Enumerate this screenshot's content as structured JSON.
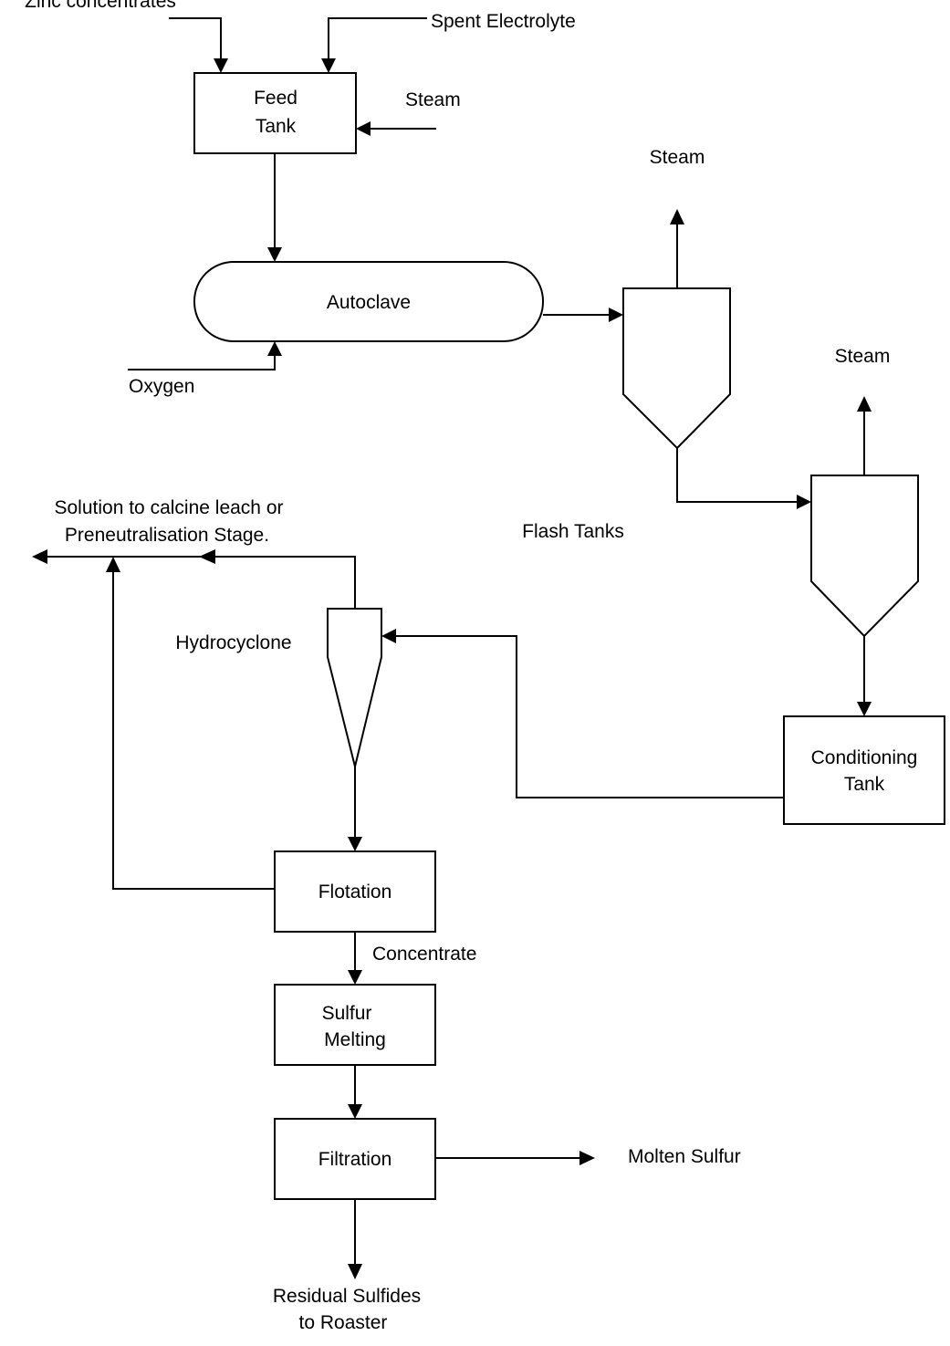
{
  "diagram": {
    "inputs": {
      "zinc_concentrates": "Zinc concentrates",
      "spent_electrolyte": "Spent Electrolyte",
      "steam_feed": "Steam",
      "oxygen": "Oxygen"
    },
    "units": {
      "feed_tank": [
        "Feed",
        "Tank"
      ],
      "autoclave": "Autoclave",
      "flash_tanks": "Flash Tanks",
      "conditioning_tank": [
        "Conditioning",
        "Tank"
      ],
      "hydrocyclone": "Hydrocyclone",
      "flotation": "Flotation",
      "sulfur_melting": [
        "Sulfur",
        "Melting"
      ],
      "filtration": "Filtration"
    },
    "outputs": {
      "steam_flash_1": "Steam",
      "steam_flash_2": "Steam",
      "solution": [
        "Solution to calcine leach or",
        "Preneutralisation Stage."
      ],
      "concentrate": "Concentrate",
      "molten_sulfur": "Molten Sulfur",
      "residual_sulfides": [
        "Residual Sulfides",
        "to Roaster"
      ]
    },
    "colors": {
      "stroke": "#000000",
      "background": "#ffffff"
    }
  }
}
